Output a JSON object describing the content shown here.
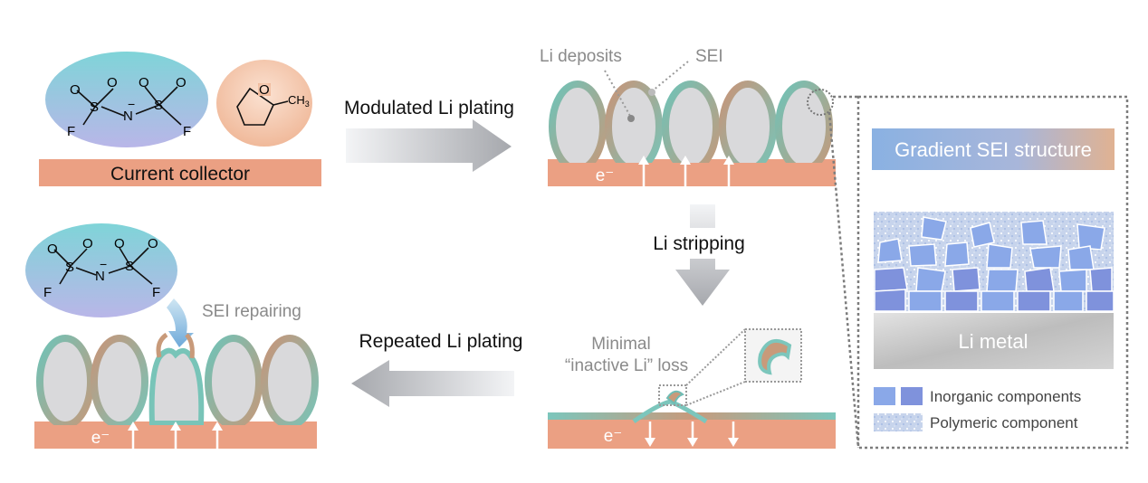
{
  "labels": {
    "current_collector": "Current collector",
    "modulated_plating": "Modulated Li plating",
    "li_deposits": "Li deposits",
    "sei": "SEI",
    "li_stripping": "Li stripping",
    "repeated_plating": "Repeated Li plating",
    "minimal_line1": "Minimal",
    "minimal_line2": "“inactive Li” loss",
    "sei_repairing": "SEI repairing",
    "electron": "e⁻",
    "gradient_sei": "Gradient SEI structure",
    "li_metal": "Li metal",
    "legend_inorganic": "Inorganic components",
    "legend_polymeric": "Polymeric component"
  },
  "molecule": {
    "atom_o": "O",
    "atom_s": "S",
    "atom_n": "N",
    "atom_f": "F",
    "charge": "−",
    "thf_o": "O",
    "methyl": "CH",
    "methyl_sub": "3"
  },
  "colors": {
    "collector": "#eba083",
    "ellipse_fill": "#d9d9db",
    "teal": "#6fbcb4",
    "bronze": "#c89a7a",
    "arrow_gray": "#a9abb0",
    "label_gray": "#8a8a8a",
    "box_border": "#7d7d7d"
  }
}
